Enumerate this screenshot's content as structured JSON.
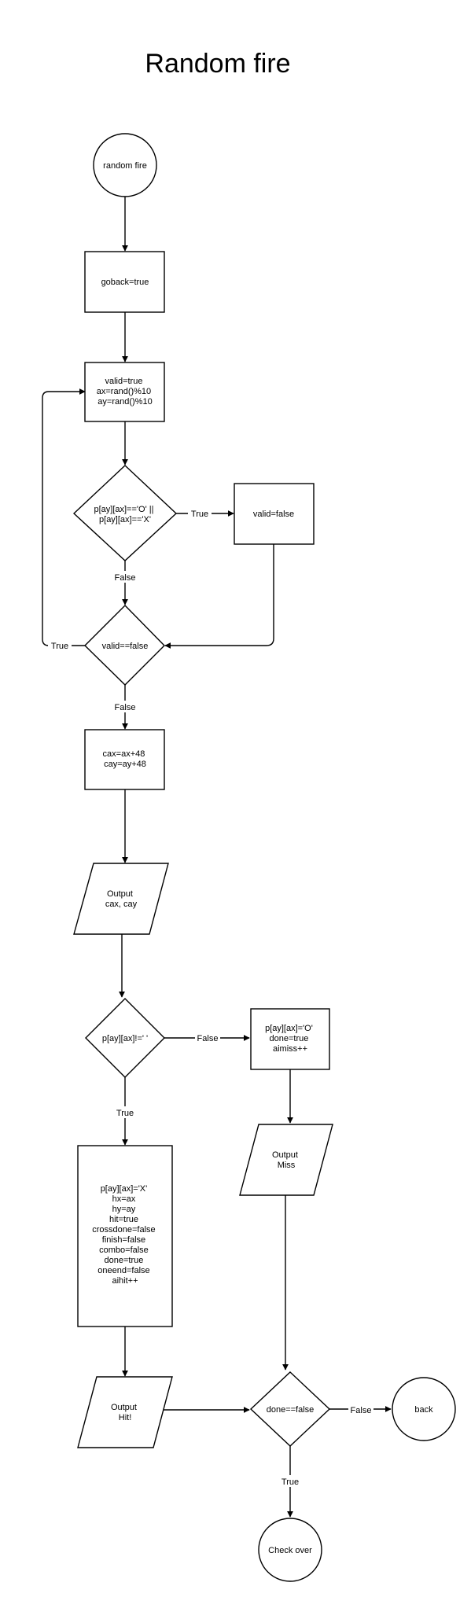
{
  "title": "Random fire",
  "nodes": {
    "start": [
      "random fire"
    ],
    "goback": [
      "goback=true"
    ],
    "init": [
      "valid=true",
      "ax=rand()%10",
      "ay=rand()%10"
    ],
    "check_cell": [
      "p[ay][ax]=='O' ||",
      "p[ay][ax]=='X'"
    ],
    "set_invalid": [
      "valid=false"
    ],
    "check_valid": [
      "valid==false"
    ],
    "convert": [
      "cax=ax+48",
      "cay=ay+48"
    ],
    "output_coords": [
      "Output",
      "cax, cay"
    ],
    "check_hit": [
      "p[ay][ax]!=' '"
    ],
    "miss_update": [
      "p[ay][ax]='O'",
      "done=true",
      "aimiss++"
    ],
    "output_miss": [
      "Output",
      "Miss"
    ],
    "hit_update": [
      "p[ay][ax]='X'",
      "hx=ax",
      "hy=ay",
      "hit=true",
      "crossdone=false",
      "finish=false",
      "combo=false",
      "done=true",
      "oneend=false",
      "aihit++"
    ],
    "output_hit": [
      "Output",
      "Hit!"
    ],
    "check_done": [
      "done==false"
    ],
    "back": [
      "back"
    ],
    "end": [
      "Check over"
    ]
  },
  "edge_labels": {
    "check_cell_true": "True",
    "check_cell_false": "False",
    "check_valid_true": "True",
    "check_valid_false": "False",
    "check_hit_false": "False",
    "check_hit_true": "True",
    "check_done_false": "False",
    "check_done_true": "True"
  }
}
